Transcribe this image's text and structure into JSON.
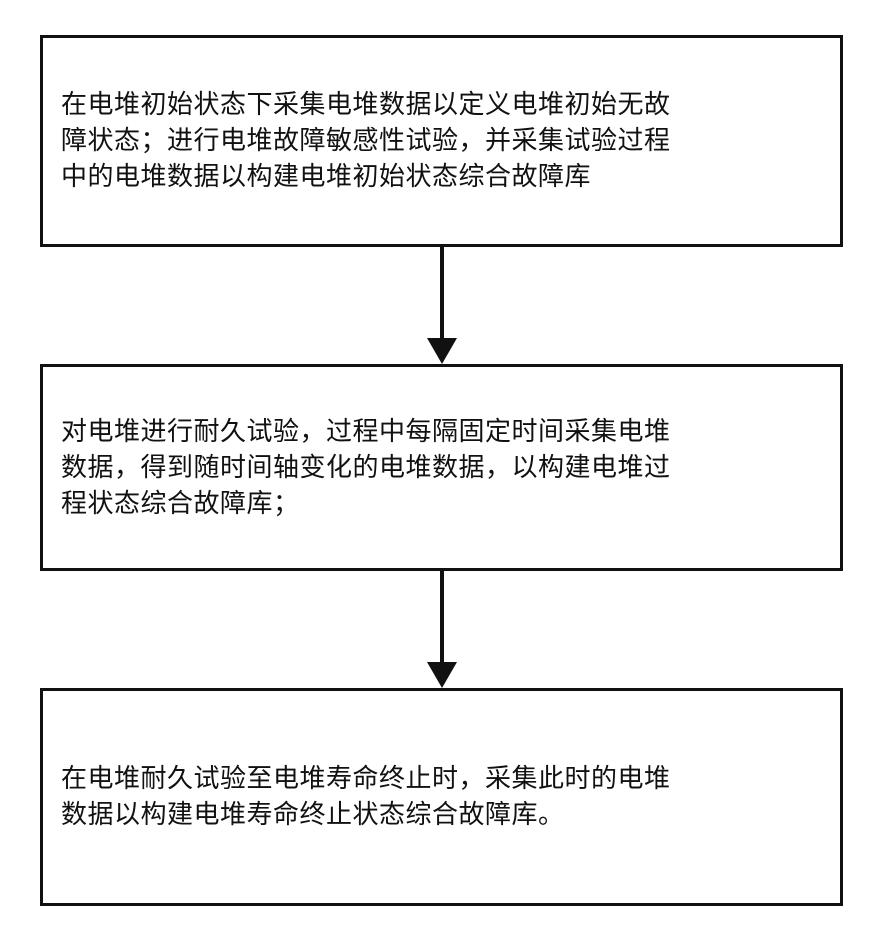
{
  "steps": [
    {
      "lines": [
        "在电堆初始状态下采集电堆数据以定义电堆初始无故",
        "障状态；进行电堆故障敏感性试验，并采集试验过程",
        "中的电堆数据以构建电堆初始状态综合故障库"
      ]
    },
    {
      "lines": [
        "对电堆进行耐久试验，过程中每隔固定时间采集电堆",
        "数据，得到随时间轴变化的电堆数据，以构建电堆过",
        "程状态综合故障库；"
      ]
    },
    {
      "lines": [
        "在电堆耐久试验至电堆寿命终止时，采集此时的电堆",
        "数据以构建电堆寿命终止状态综合故障库。"
      ]
    }
  ]
}
